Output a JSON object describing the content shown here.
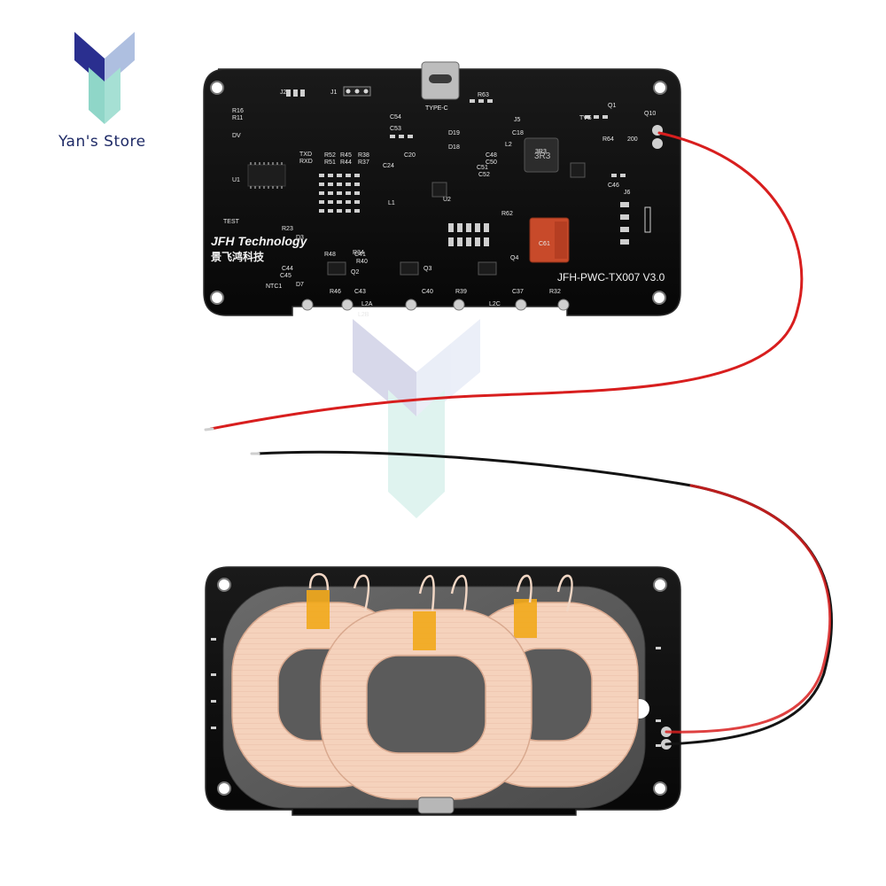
{
  "brand": {
    "name": "Yan's Store",
    "logo_colors": {
      "dark": "#2a2f8f",
      "light": "#9fb6dc",
      "teal": "#8fd6c8"
    }
  },
  "board_top": {
    "company": "JFH Technology",
    "company_cn": "景飞鸿科技",
    "model": "JFH-PWC-TX007 V3.0",
    "connector": "TYPE-C",
    "labels": [
      "J2",
      "J1",
      "R16",
      "R11",
      "DV",
      "TXD",
      "RXD",
      "TEST",
      "R23",
      "D3",
      "U1",
      "C54",
      "C53",
      "J5",
      "R63",
      "TVS",
      "Q1",
      "Q10",
      "D19",
      "D18",
      "L2",
      "C18",
      "C48",
      "C51",
      "C50",
      "C52",
      "C24",
      "C20",
      "U2",
      "L1",
      "C61",
      "R62",
      "J6",
      "C46",
      "Q2",
      "Q3",
      "Q4",
      "D7",
      "C44",
      "C45",
      "NTC1",
      "R46",
      "C43",
      "L2A",
      "L2B",
      "C40",
      "R39",
      "L2C",
      "C37",
      "R32",
      "C41",
      "R40",
      "R34",
      "R48",
      "R38",
      "R37",
      "R45",
      "R44",
      "R52",
      "R51",
      "R64",
      "3R3",
      "200"
    ],
    "colors": {
      "pcb": "#0e0e0e",
      "silk": "#f0f0f0",
      "capacitor": "#c84a2a"
    }
  },
  "board_bottom": {
    "coils": 3,
    "colors": {
      "pcb": "#101010",
      "ferrite": "#5e5e5e",
      "copper": "#f3cdb4",
      "tape": "#f2a91a"
    }
  },
  "wires": {
    "red": "#d81e1e",
    "black": "#141414"
  }
}
